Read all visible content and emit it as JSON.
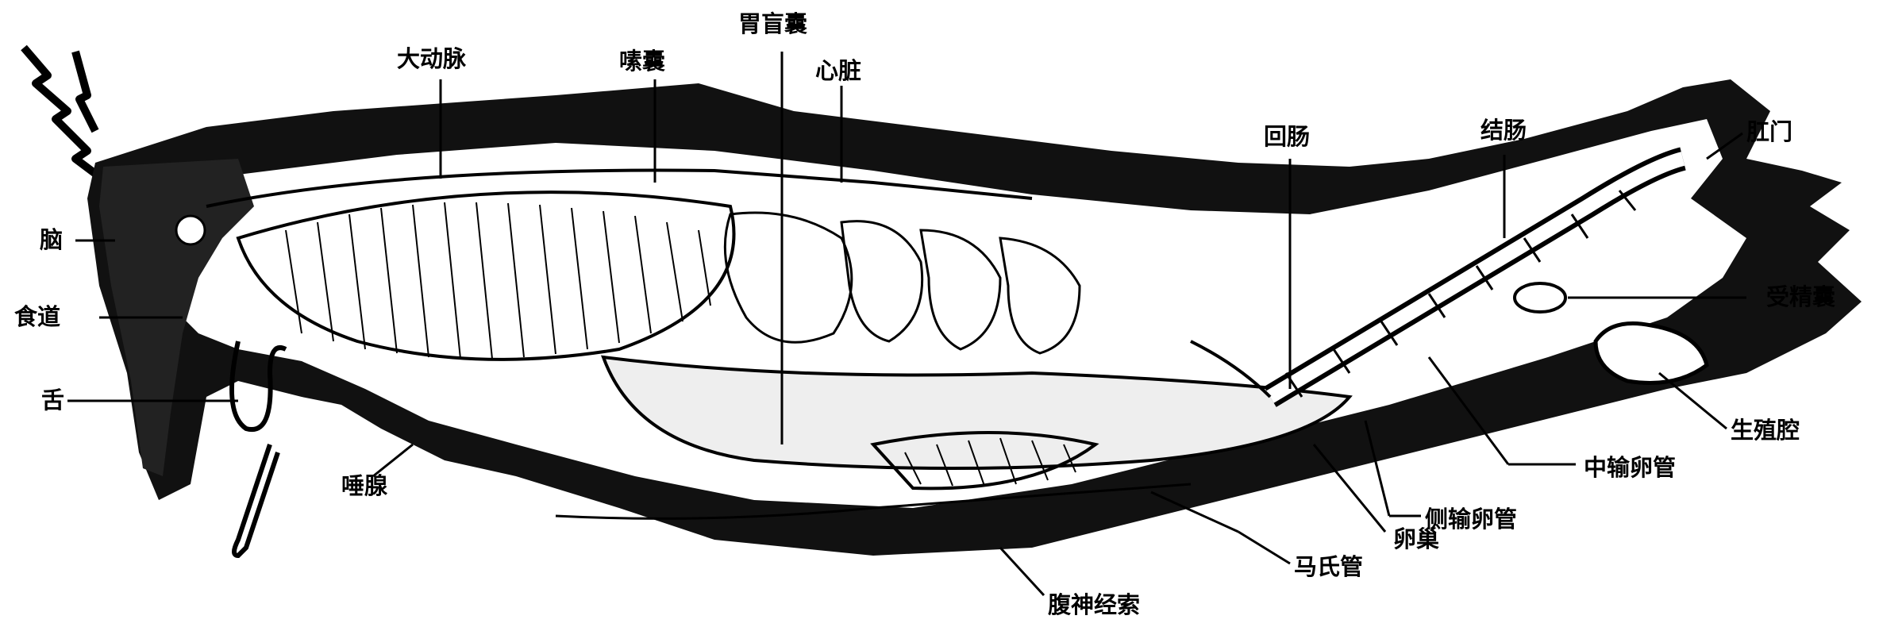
{
  "diagram": {
    "labels": {
      "brain": "脑",
      "esophagus": "食道",
      "tongue": "舌",
      "salivary_gland": "唾腺",
      "aorta": "大动脉",
      "crop": "嗉囊",
      "gastric_caeca": "胃盲囊",
      "heart": "心脏",
      "ileum": "回肠",
      "colon": "结肠",
      "anus": "肛门",
      "spermatheca": "受精囊",
      "genital_chamber": "生殖腔",
      "median_oviduct": "中输卵管",
      "lateral_oviduct": "侧输卵管",
      "ovary": "卵巢",
      "malpighian_tubules": "马氏管",
      "ventral_nerve_cord": "腹神经索"
    }
  }
}
